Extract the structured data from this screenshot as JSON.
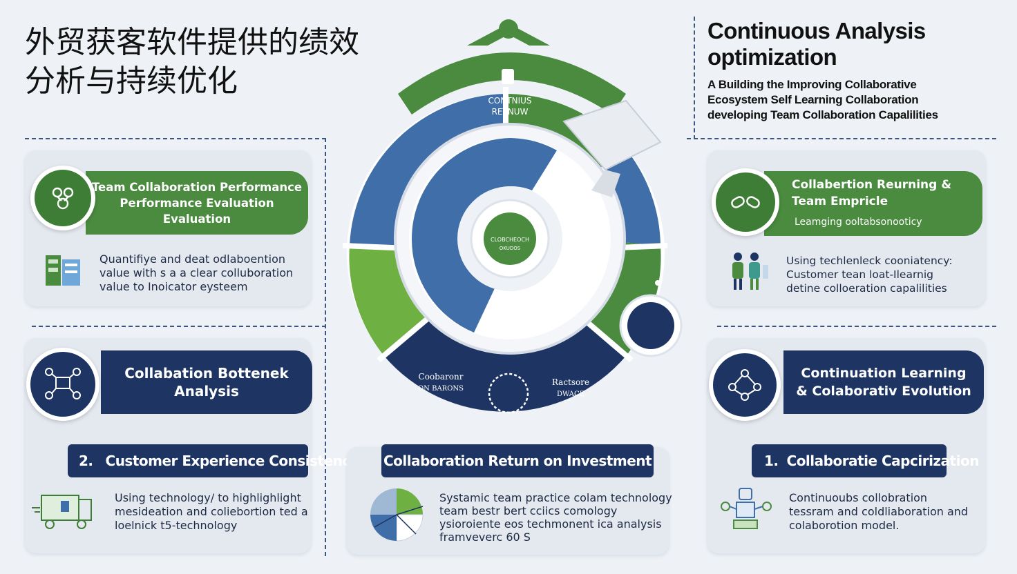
{
  "title_cn": {
    "line1": "外贸获客软件提供的绩效",
    "line2": "分析与持续优化"
  },
  "title_en": {
    "heading_line1": "Continuous Analysis",
    "heading_line2": "optimization",
    "sub_lines": [
      "A Building the Improving Collaborative",
      "Ecosystem Self Learning Collaboration",
      "developing Team Collaboration Capalilities"
    ]
  },
  "left_top": {
    "pill_lines": [
      "Team Collaboration Performance",
      "Performance Evaluation",
      "Evaluation"
    ],
    "text_lines": [
      "Quantifiye and deat odlaboention",
      "value  with s a a clear colluboration",
      "value to Inoicator eysteem"
    ],
    "icon": "collaboration-icon"
  },
  "left_bottom": {
    "pill_lines": [
      "Collabation Bottenek",
      "Analysis"
    ],
    "bar": {
      "num": "2.",
      "label": "Customer Experience Consistency"
    },
    "text_lines": [
      "Using technology/ to highlighlight",
      "mesideation and coliebortion ted a",
      "loelnick t5-technology"
    ],
    "icon": "network-icon"
  },
  "center": {
    "top_label": [
      "CONTNIUS",
      "RETNUW"
    ],
    "core_label": [
      "CLOBCHEOCH",
      "OKUDOS"
    ],
    "bottom_left_label": [
      "Coobaronr",
      "ON BARONS"
    ],
    "bottom_right_label": [
      "Ractsore",
      "DWACE"
    ],
    "bar_label": "Collaboration Return on Investment",
    "text_lines": [
      "Systamic team practice colam technology",
      "team bestr bert cciics comology",
      "ysioroiente  eos techmonent ica analysis",
      "framveverc 60 S"
    ]
  },
  "right_top": {
    "pill_lines": [
      "Collabertion Reurning &",
      "Team Empricle"
    ],
    "pill_sub": "Leamging ooltabsonooticy",
    "text_lines": [
      "Using techlenleck cooniatency:",
      "Customer tean loat-Ilearnig",
      "detine colloeration capalilities"
    ],
    "icon": "handshake-icon"
  },
  "right_bottom": {
    "pill_lines": [
      "Continuation Learning",
      "& Colaborativ Evolution"
    ],
    "bar": {
      "num": "1.",
      "label": "Collaboratie Capcirization"
    },
    "text_lines": [
      "Continuoubs collobration",
      "tessram and coldliaboration and",
      "colaborotion model."
    ],
    "icon": "team-cycle-icon"
  },
  "colors": {
    "navy": "#1e3563",
    "green": "#4a8b3f",
    "blue": "#3f6ea8",
    "lightgreen": "#6fb043"
  }
}
